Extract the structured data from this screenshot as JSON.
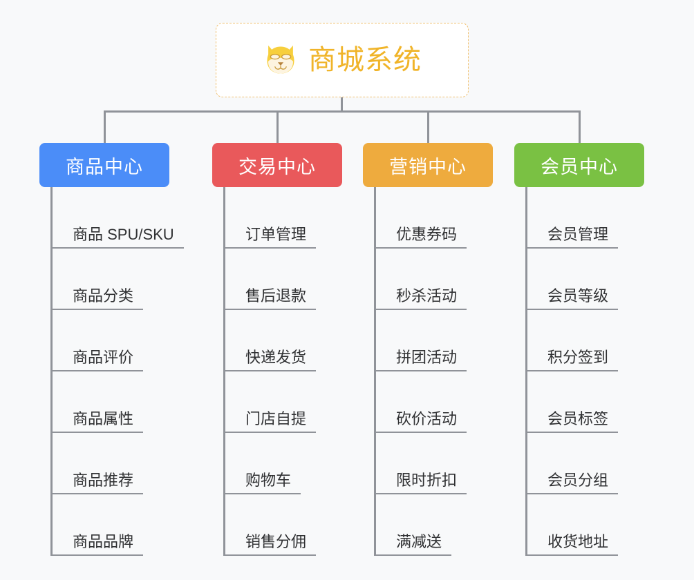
{
  "diagram": {
    "title": "商城系统",
    "root": {
      "label": "商城系统",
      "icon": "shiba-dog-face-icon",
      "text_color": "#f0b429",
      "border_color": "#f0c070",
      "background": "#ffffff"
    },
    "background_color": "#f8f9fa",
    "connector_color": "#909399",
    "columns": [
      {
        "id": "product-center",
        "header": "商品中心",
        "color": "#4b8df8",
        "items": [
          "商品 SPU/SKU",
          "商品分类",
          "商品评价",
          "商品属性",
          "商品推荐",
          "商品品牌"
        ]
      },
      {
        "id": "trade-center",
        "header": "交易中心",
        "color": "#e9595b",
        "items": [
          "订单管理",
          "售后退款",
          "快递发货",
          "门店自提",
          "购物车",
          "销售分佣"
        ]
      },
      {
        "id": "marketing-center",
        "header": "营销中心",
        "color": "#eeab3e",
        "items": [
          "优惠券码",
          "秒杀活动",
          "拼团活动",
          "砍价活动",
          "限时折扣",
          "满减送"
        ]
      },
      {
        "id": "member-center",
        "header": "会员中心",
        "color": "#7ac143",
        "items": [
          "会员管理",
          "会员等级",
          "积分签到",
          "会员标签",
          "会员分组",
          "收货地址"
        ]
      }
    ]
  }
}
